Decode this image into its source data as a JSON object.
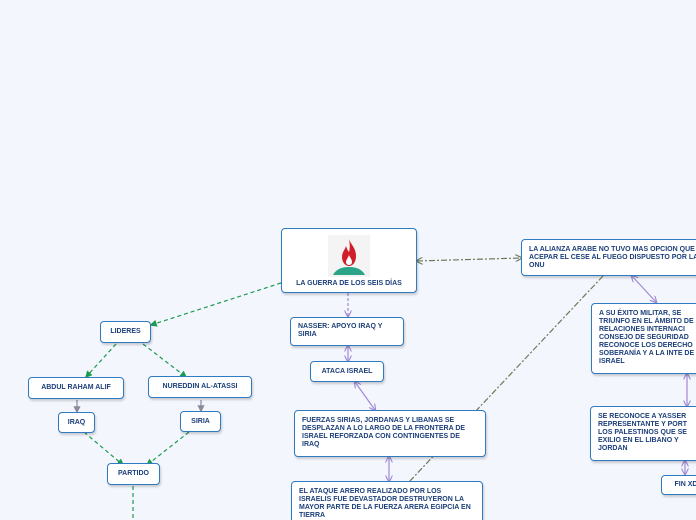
{
  "root": {
    "title": "LA GUERRA DE LOS SEIS DÍAS",
    "logo_icon": "flame-icon"
  },
  "nodes": {
    "lideres": "LIDERES",
    "abdul": "ABDUL RAHAM ALIF",
    "nureddin": "NUREDDIN AL-ATASSI",
    "iraq": "IRAQ",
    "siria": "SIRIA",
    "partido": "PARTIDO",
    "nasser": "NASSER: APOYO IRAQ Y SIRIA",
    "ataca": "ATACA ISRAEL",
    "fuerzas": "FUERZAS SIRIAS, JORDANAS Y LIBANAS SE DESPLAZAN A LO LARGO DE LA FRONTERA DE ISRAEL REFORZADA CON CONTINGENTES DE IRAQ",
    "ataque": "EL ATAQUE ARERO REALIZADO POR LOS ISRAELIS FUE DEVASTADOR DESTRUYERON LA MAYOR PARTE DE LA FUERZA ARERA EGIPCIA EN TIERRA",
    "alianza": "LA ALIANZA ARABE NO TUVO MAS OPCION QUE ACEPAR EL CESE AL FUEGO DISPUESTO POR LA ONU",
    "exito": "A SU ÉXITO MILITAR, SE TRIUNFO EN EL ÁMBITO DE RELACIONES INTERNACI CONSEJO DE SEGURIDAD RECONOCE LOS DERECHO SOBERANÍA Y A LA INTE DE ISRAEL",
    "yasser": "SE RECONOCE A YASSER REPRESENTANTE Y PORT LOS PALESTINOS QUE SE EXILIO EN EL LIBANO Y JORDAN",
    "fin": "FIN XD"
  },
  "colors": {
    "border": "#2e7bc2",
    "text": "#1c3f7a",
    "green_link": "#1a9b50",
    "purple_link": "#a28ad6",
    "olive_link": "#6f7a5a",
    "gray_link": "#8a8a9a",
    "flame": "#d11f2a",
    "flame_base": "#2aa387"
  }
}
